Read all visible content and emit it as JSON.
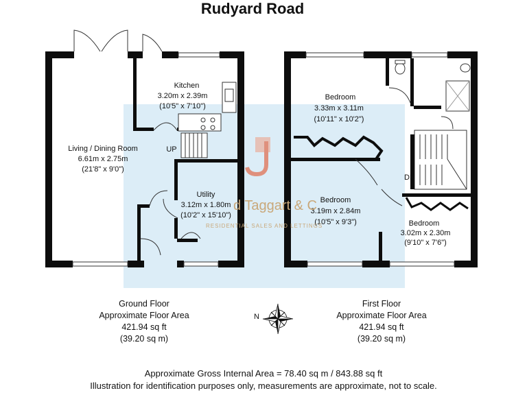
{
  "title": "Rudyard Road",
  "rooms": {
    "living": {
      "name": "Living / Dining Room",
      "metric": "6.61m x 2.75m",
      "imperial": "(21'8\" x 9'0\")"
    },
    "kitchen": {
      "name": "Kitchen",
      "metric": "3.20m x 2.39m",
      "imperial": "(10'5\" x 7'10\")"
    },
    "utility": {
      "name": "Utility",
      "metric": "3.12m x 1.80m",
      "imperial": "(10'2\" x 15'10\")"
    },
    "bedroom1": {
      "name": "Bedroom",
      "metric": "3.33m x 3.11m",
      "imperial": "(10'11\" x 10'2\")"
    },
    "bedroom2": {
      "name": "Bedroom",
      "metric": "3.19m x 2.84m",
      "imperial": "(10'5\" x 9'3\")"
    },
    "bedroom3": {
      "name": "Bedroom",
      "metric": "3.02m x 2.30m",
      "imperial": "(9'10\" x 7'6\")"
    }
  },
  "stairs": {
    "up": "UP",
    "down": "DN"
  },
  "ground_floor": {
    "name": "Ground Floor",
    "area_label": "Approximate Floor Area",
    "sqft": "421.94 sq ft",
    "sqm": "(39.20 sq m)"
  },
  "first_floor": {
    "name": "First Floor",
    "area_label": "Approximate Floor Area",
    "sqft": "421.94 sq ft",
    "sqm": "(39.20 sq m)"
  },
  "compass": {
    "label": "N"
  },
  "watermark": {
    "brand": "d Taggart & C",
    "tagline": "RESIDENTIAL SALES AND LETTINGS"
  },
  "footer": {
    "gross": "Approximate Gross Internal Area = 78.40 sq m / 843.88 sq ft",
    "disclaimer": "Illustration for identification purposes only, measurements are approximate, not to scale."
  },
  "colors": {
    "wall": "#0d0d0d",
    "watermark_bg": "#d6eaf6",
    "watermark_text": "#c9a87a",
    "watermark_logo": "#e07a5f"
  }
}
